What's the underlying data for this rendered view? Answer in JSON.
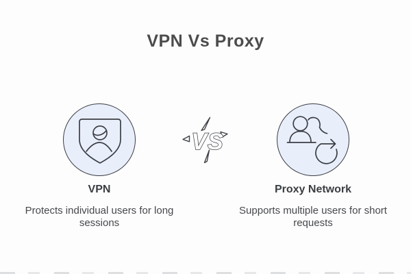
{
  "title": "VPN Vs Proxy",
  "vs_badge": {
    "label": "VS"
  },
  "comparison": {
    "left": {
      "label": "VPN",
      "description": "Protects individual users for long sessions",
      "icon": "shield-user-icon"
    },
    "right": {
      "label": "Proxy Network",
      "description": "Supports multiple users for short requests",
      "icon": "users-refresh-icon"
    }
  },
  "colors": {
    "background": "#fdfdfe",
    "circle_fill": "#e9eefb",
    "outline": "#383c42",
    "icon_stroke": "#3a3e44",
    "title_text": "#4c4c4c",
    "label_text": "#3b3e41",
    "body_text": "#45484b"
  }
}
